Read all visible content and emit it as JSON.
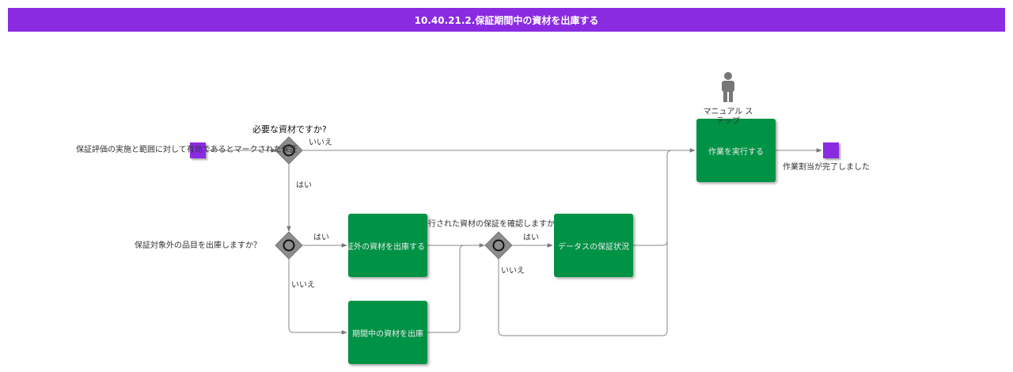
{
  "title": "10.40.21.2.保証期間中の資材を出庫する",
  "start_label": "保証評価の実施と範囲に対して有効であるとマークされた保証",
  "gateway1": {
    "question": "必要な資材ですか?",
    "yes": "はい",
    "no": "いいえ"
  },
  "gateway2": {
    "question": "保証対象外の品目を出庫しますか？",
    "yes": "はい",
    "no": "いいえ"
  },
  "gateway3": {
    "question": "発行された資材の保証を確認しますか？",
    "yes": "はい",
    "no": "いいえ"
  },
  "tasks": {
    "issue_out_of_warranty": "保証外の資材を出庫する",
    "issue_in_warranty": "期間中の資材を出庫",
    "data_warranty_status": "データスの保証状況",
    "execute_work": "作業を実行する"
  },
  "manual_step_label": "マニュアル ステップ",
  "end_label": "作業割当が完了しました",
  "colors": {
    "header": "#8a2be2",
    "event": "#8a2be2",
    "task": "#009245",
    "gateway": "#8c8c8c",
    "connector": "#777777"
  }
}
